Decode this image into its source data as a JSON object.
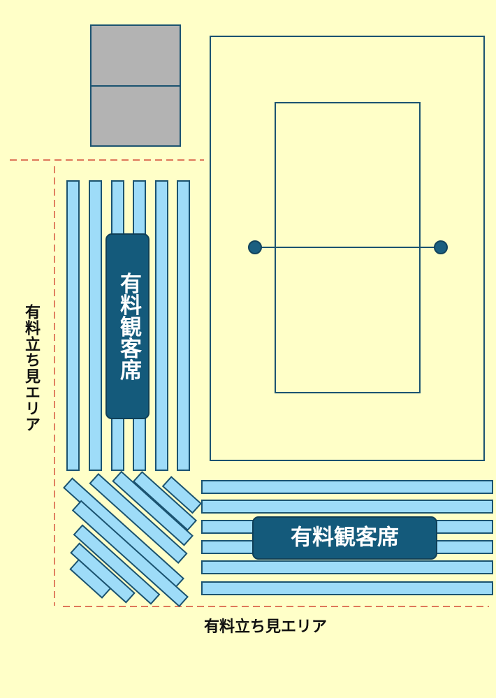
{
  "colors": {
    "background": "#ffffc8",
    "seat_fill": "#9edcf8",
    "outline": "#1b5370",
    "label_panel": "#145a7b",
    "gray_box": "#b3b3b3",
    "dashed_boundary": "#d34b35"
  },
  "labels": {
    "paid_seating": "有料観客席",
    "paid_standing_area": "有料立ち見エリア"
  },
  "layout_items": [
    {
      "name": "venue-floor",
      "type": "court"
    },
    {
      "name": "storage-box",
      "type": "gray-box"
    },
    {
      "name": "paid-seating-left",
      "type": "seating"
    },
    {
      "name": "paid-seating-bottom",
      "type": "seating"
    },
    {
      "name": "paid-standing-area-left",
      "type": "standing-area"
    },
    {
      "name": "paid-standing-area-bottom",
      "type": "standing-area"
    }
  ]
}
